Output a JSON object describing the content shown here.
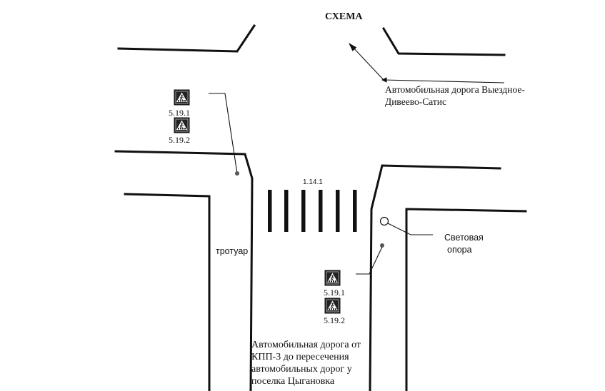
{
  "title": "СХЕМА",
  "road_top_label": {
    "line1": "Автомобильная дорога Выездное-",
    "line2": "Дивеево-Сатис"
  },
  "road_bottom_label": {
    "line1": "Автомобильная дорога от",
    "line2": "КПП-3 до пересечения",
    "line3": "автомобильных дорог у",
    "line4": "поселка Цыгановка"
  },
  "crossing_marking": "1.14.1",
  "sidewalk_label": "тротуар",
  "light_pole_label": {
    "line1": "Световая",
    "line2": "опора"
  },
  "signs_left": {
    "sign1_code": "5.19.1",
    "sign2_code": "5.19.2",
    "icon": "pedestrian-crossing-icon"
  },
  "signs_right": {
    "sign1_code": "5.19.1",
    "sign2_code": "5.19.2",
    "icon": "pedestrian-crossing-icon"
  },
  "colors": {
    "sign_background": "#222222",
    "sign_triangle": "#ffffff",
    "line": "#111111"
  }
}
